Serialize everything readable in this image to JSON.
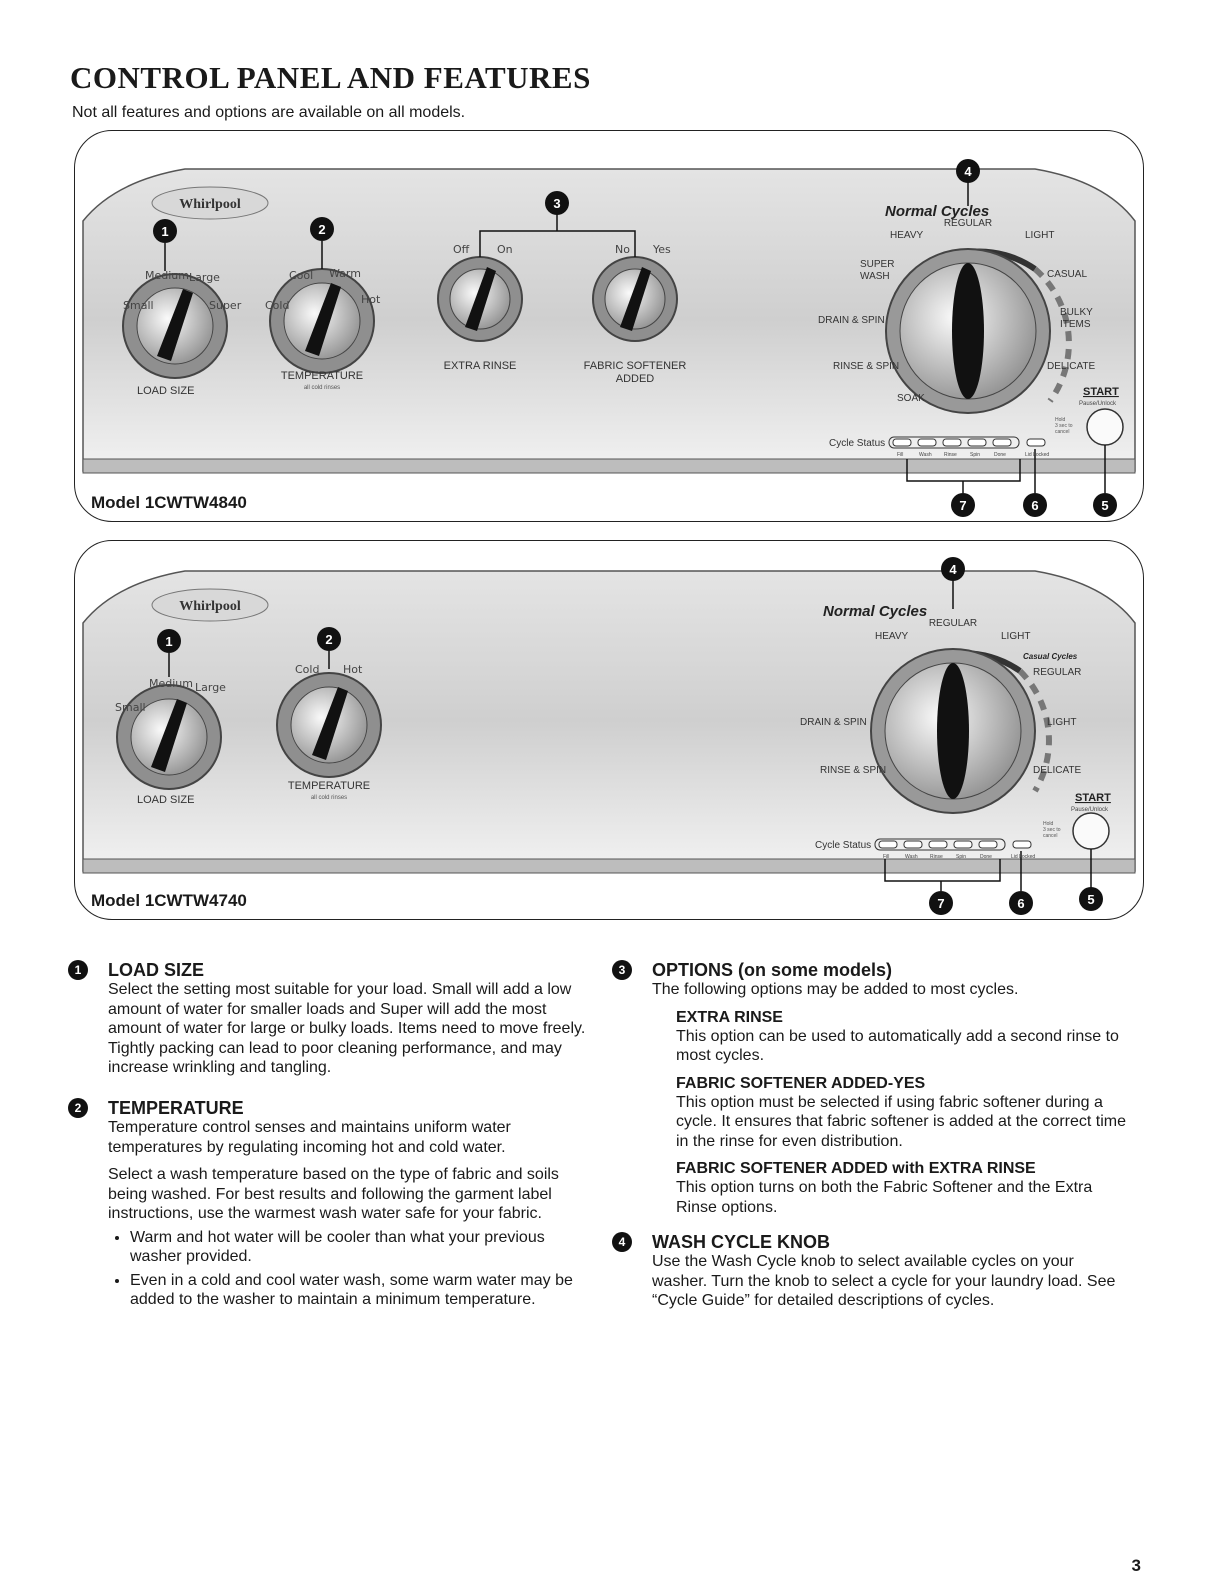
{
  "page_title": "CONTROL PANEL AND FEATURES",
  "subtitle": "Not all features and options are available on all models.",
  "figure1": {
    "model": "Model 1CWTW4840",
    "brand": "Whirlpool",
    "normal_cycles": "Normal Cycles",
    "load_size_label": "LOAD SIZE",
    "load_small": "Small",
    "load_medium": "Medium",
    "load_large": "Large",
    "load_super": "Super",
    "temp_label": "TEMPERATURE",
    "temp_sub": "all cold rinses",
    "temp_cold": "Cold",
    "temp_cool": "Cool",
    "temp_warm": "Warm",
    "temp_hot": "Hot",
    "extra_rinse_label": "EXTRA RINSE",
    "off": "Off",
    "on": "On",
    "fabric_label_1": "FABRIC SOFTENER",
    "fabric_label_2": "ADDED",
    "no": "No",
    "yes": "Yes",
    "cycles": {
      "heavy": "HEAVY",
      "regular": "REGULAR",
      "light": "LIGHT",
      "super_wash_1": "SUPER",
      "super_wash_2": "WASH",
      "casual": "CASUAL",
      "drain_spin": "DRAIN & SPIN",
      "bulky_1": "BULKY",
      "bulky_2": "ITEMS",
      "rinse_spin": "RINSE & SPIN",
      "delicate": "DELICATE",
      "soak": "SOAK"
    },
    "start": "START",
    "pause_unlock": "Pause/Unlock",
    "hold_1": "Hold",
    "hold_2": "3 sec to",
    "hold_3": "cancel",
    "cycle_status": "Cycle Status",
    "status_fill": "Fill",
    "status_wash": "Wash",
    "status_rinse": "Rinse",
    "status_spin": "Spin",
    "status_done": "Done",
    "lid_locked": "Lid Locked",
    "callouts": [
      "1",
      "2",
      "3",
      "4",
      "7",
      "6",
      "5"
    ]
  },
  "figure2": {
    "model": "Model 1CWTW4740",
    "brand": "Whirlpool",
    "normal_cycles": "Normal Cycles",
    "casual_cycles": "Casual Cycles",
    "load_size_label": "LOAD SIZE",
    "load_small": "Small",
    "load_medium": "Medium",
    "load_large": "Large",
    "temp_label": "TEMPERATURE",
    "temp_sub": "all cold rinses",
    "temp_cold": "Cold",
    "temp_hot": "Hot",
    "cycles": {
      "heavy": "HEAVY",
      "regular": "REGULAR",
      "light": "LIGHT",
      "casual_regular": "REGULAR",
      "drain_spin": "DRAIN & SPIN",
      "casual_light": "LIGHT",
      "rinse_spin": "RINSE & SPIN",
      "delicate": "DELICATE"
    },
    "start": "START",
    "pause_unlock": "Pause/Unlock",
    "hold_1": "Hold",
    "hold_2": "3 sec to",
    "hold_3": "cancel",
    "cycle_status": "Cycle Status",
    "status_fill": "Fill",
    "status_wash": "Wash",
    "status_rinse": "Rinse",
    "status_spin": "Spin",
    "status_done": "Done",
    "lid_locked": "Lid Locked",
    "callouts": [
      "1",
      "2",
      "4",
      "7",
      "6",
      "5"
    ]
  },
  "sections": {
    "load_size": {
      "num": "1",
      "heading": "LOAD SIZE",
      "text": "Select the setting most suitable for your load. Small will add a low amount of water for smaller loads and Super will add the most amount of water for large or bulky loads. Items need to move freely. Tightly packing can lead to poor cleaning performance, and may increase wrinkling and tangling."
    },
    "temperature": {
      "num": "2",
      "heading": "TEMPERATURE",
      "text1": "Temperature control senses and maintains uniform water temperatures by regulating incoming hot and cold water.",
      "text2": "Select a wash temperature based on the type of fabric and soils being washed. For best results and following the garment label instructions, use the warmest wash water safe for your fabric.",
      "bullet1": "Warm and hot water will be cooler than what your previous washer provided.",
      "bullet2": "Even in a cold and cool water wash, some warm water may be added to the washer to maintain a minimum temperature."
    },
    "options": {
      "num": "3",
      "heading": "OPTIONS (on some models)",
      "intro": "The following options may be added to most cycles.",
      "extra_rinse_h": "EXTRA RINSE",
      "extra_rinse_t": "This option can be used to automatically add a second rinse to most cycles.",
      "fabric_yes_h": "FABRIC SOFTENER ADDED-YES",
      "fabric_yes_t": "This option must be selected if using fabric softener during a cycle. It ensures that fabric softener is added at the correct time in the rinse for even distribution.",
      "fabric_extra_h": "FABRIC SOFTENER ADDED with EXTRA RINSE",
      "fabric_extra_t": "This option turns on both the Fabric Softener and the Extra Rinse options."
    },
    "wash_cycle": {
      "num": "4",
      "heading": "WASH CYCLE KNOB",
      "text": "Use the Wash Cycle knob to select available cycles on your washer. Turn the knob to select a cycle for your laundry load. See “Cycle Guide” for detailed descriptions of cycles."
    }
  },
  "page_number": "3"
}
